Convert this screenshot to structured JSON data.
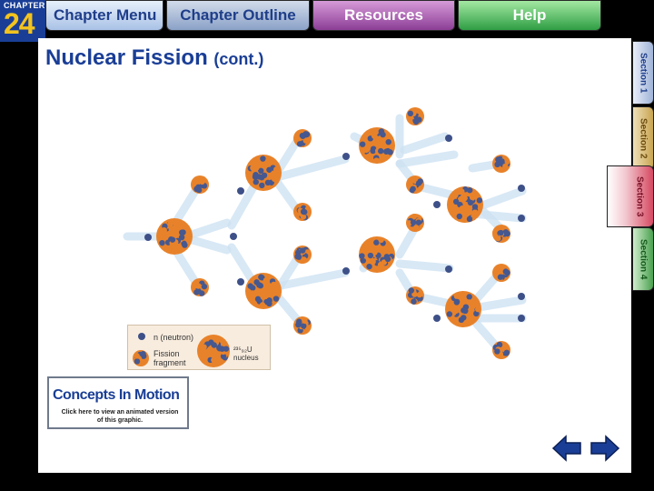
{
  "header": {
    "chapter_label": "CHAPTER",
    "chapter_number": "24",
    "tabs": {
      "chapter_menu": "Chapter Menu",
      "chapter_outline": "Chapter Outline",
      "resources": "Resources",
      "help": "Help"
    }
  },
  "slide": {
    "title": "Nuclear Fission",
    "title_suffix": "(cont.)"
  },
  "sections": [
    "Section 1",
    "Section 2",
    "Section 3",
    "Section 4"
  ],
  "active_section": "Section 3",
  "legend": {
    "neutron": "n (neutron)",
    "fragment": "Fission fragment",
    "nucleus": "²³⁵₉₂U nucleus"
  },
  "concepts_in_motion": {
    "title": "Concepts In Motion",
    "subtitle": "Click here to view an animated version of this graphic."
  },
  "colors": {
    "nucleus_orange": "#e8822a",
    "nucleus_blue": "#46588f",
    "neutron": "#3e5088",
    "title_blue": "#1a3e96"
  },
  "icons": {
    "back": "arrow-left-icon",
    "forward": "arrow-right-icon"
  }
}
